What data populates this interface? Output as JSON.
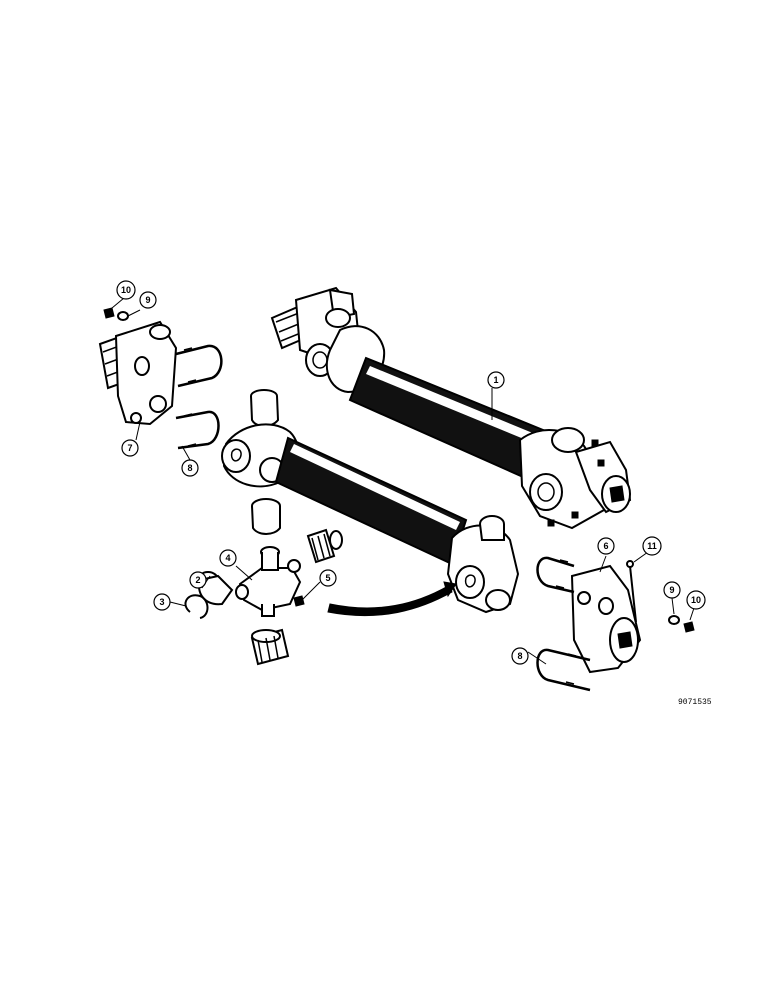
{
  "figure": {
    "reference_code": "9071535"
  },
  "callouts": [
    {
      "label": "1"
    },
    {
      "label": "2"
    },
    {
      "label": "3"
    },
    {
      "label": "4"
    },
    {
      "label": "5"
    },
    {
      "label": "6"
    },
    {
      "label": "7"
    },
    {
      "label": "8"
    },
    {
      "label": "8"
    },
    {
      "label": "9"
    },
    {
      "label": "9"
    },
    {
      "label": "10"
    },
    {
      "label": "10"
    },
    {
      "label": "11"
    }
  ]
}
